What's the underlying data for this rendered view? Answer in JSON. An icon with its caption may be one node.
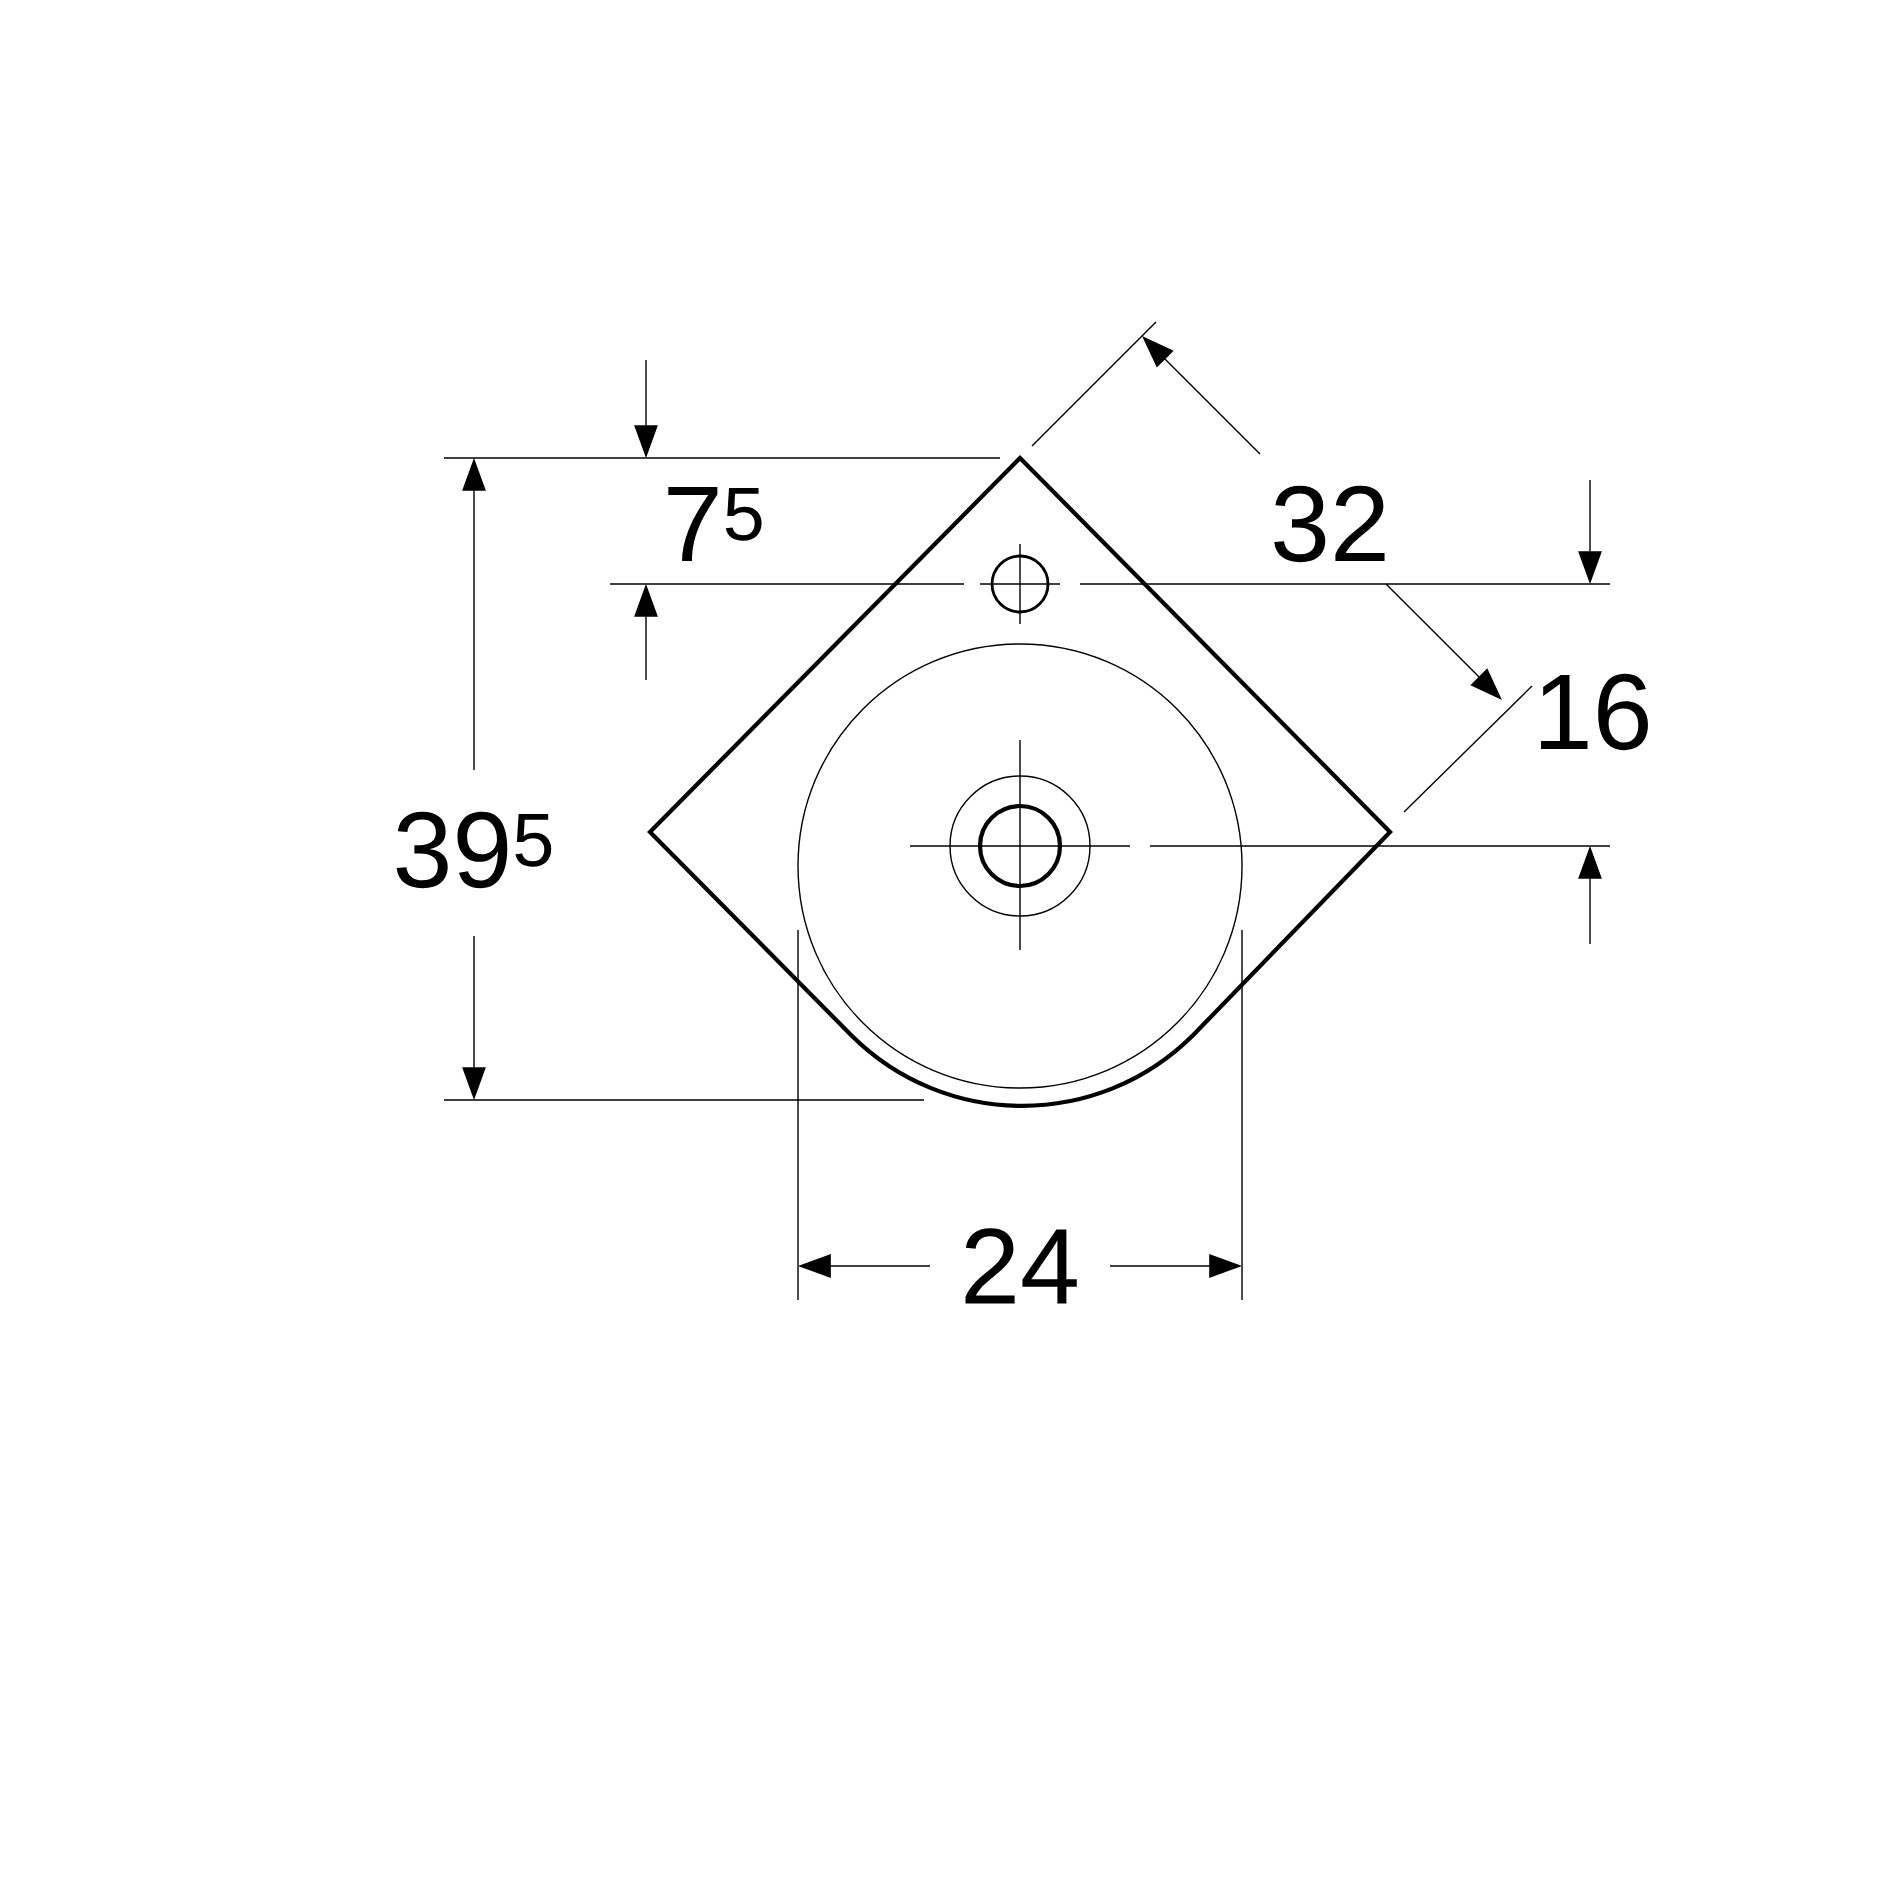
{
  "diagram": {
    "labels": [
      "7$^{5}$",
      "32",
      "16",
      "39$^{5}$",
      "24"
    ]
  }
}
